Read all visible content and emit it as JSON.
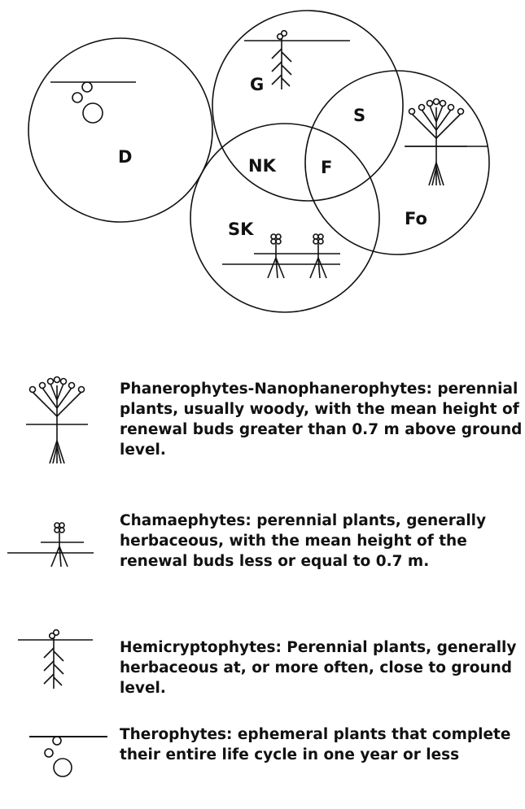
{
  "diagram": {
    "zones": [
      "D",
      "G",
      "S",
      "NK",
      "F",
      "SK",
      "Fo"
    ]
  },
  "legend": [
    {
      "icon": "phanerophyte-icon",
      "text": "Phanerophytes-Nanophanerophytes: perennial plants, usually woody, with the mean height of renewal buds greater than 0.7 m above ground level."
    },
    {
      "icon": "chamaephyte-icon",
      "text": "Chamaephytes: perennial plants, generally herbaceous, with the mean height of the renewal buds less or equal to 0.7 m."
    },
    {
      "icon": "hemicryptophyte-icon",
      "text": "Hemicryptophytes: Perennial plants, generally herbaceous at, or more often, close to ground level."
    },
    {
      "icon": "therophyte-icon",
      "text": "Therophytes: ephemeral plants that complete their entire life cycle in one year or less"
    }
  ]
}
